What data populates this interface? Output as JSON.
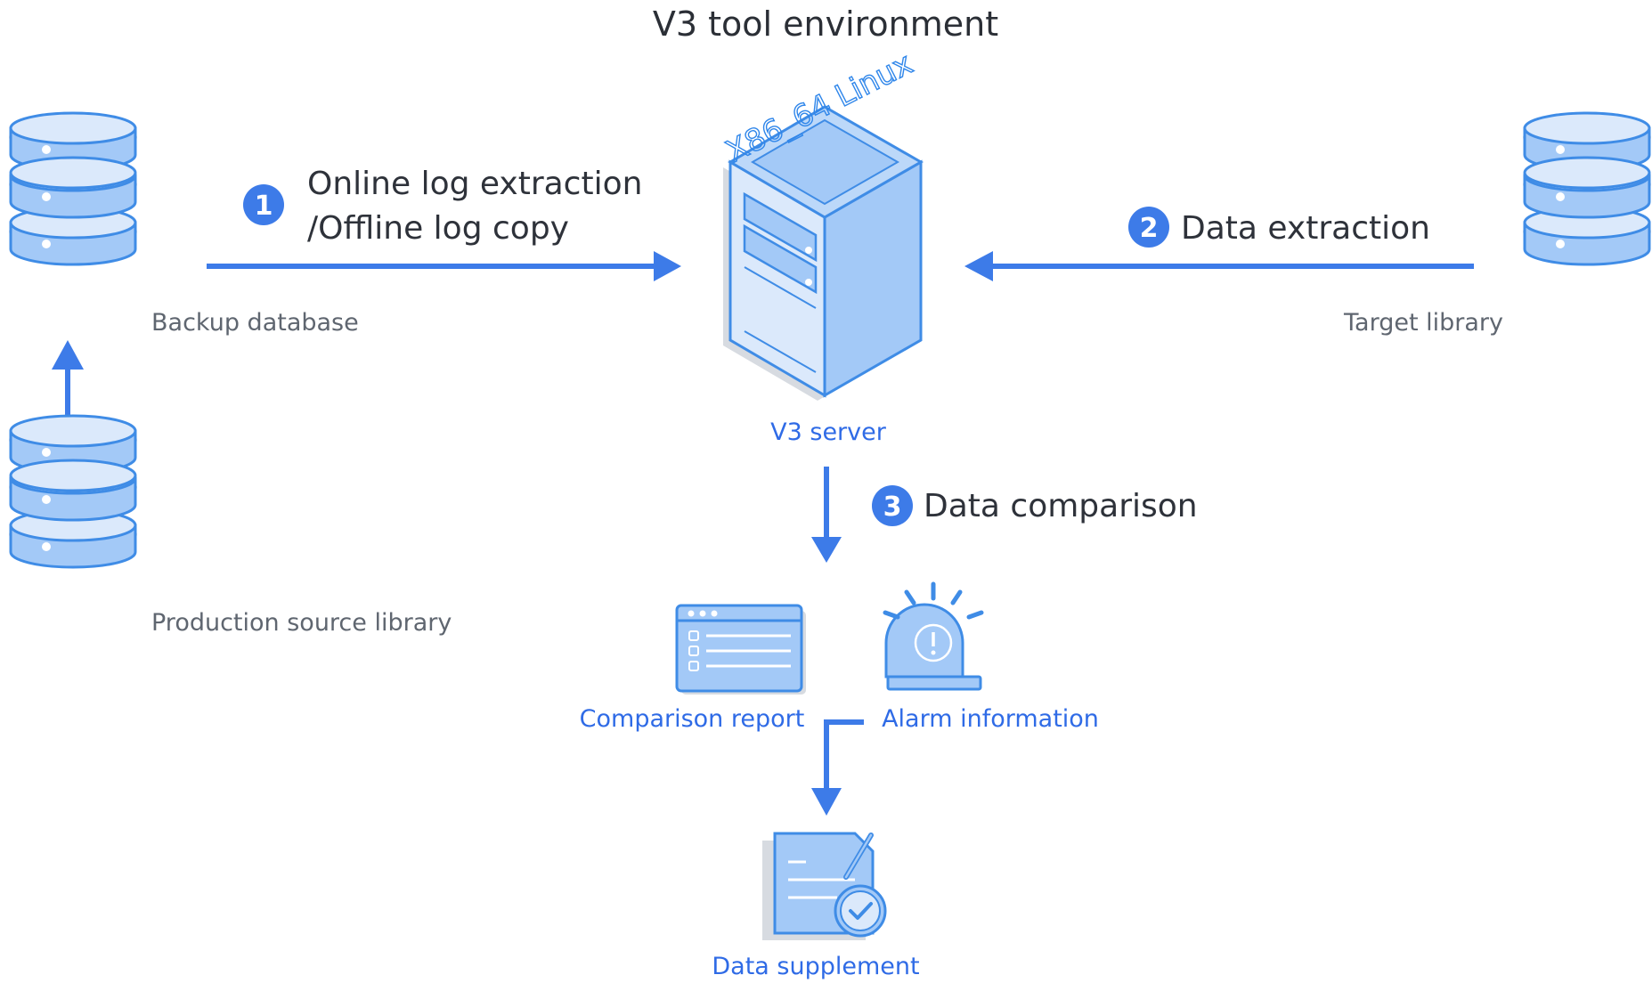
{
  "title": "V3 tool environment",
  "colors": {
    "arrow": "#3d7be8",
    "icon_fill": "#a3c9f7",
    "icon_stroke": "#3f8ce6",
    "badge": "#3d7be8",
    "label_blue": "#2f6be6",
    "label_gray": "#5f6670"
  },
  "nodes": {
    "backup_database": {
      "label": "Backup database",
      "icon": "database-icon"
    },
    "production_source": {
      "label": "Production source library",
      "icon": "database-icon"
    },
    "target_library": {
      "label": "Target library",
      "icon": "database-icon"
    },
    "server": {
      "label": "V3 server",
      "platform": "X86_64 Linux",
      "icon": "server-icon"
    },
    "comparison_report": {
      "label": "Comparison report",
      "icon": "report-window-icon"
    },
    "alarm_information": {
      "label": "Alarm information",
      "icon": "alarm-siren-icon"
    },
    "data_supplement": {
      "label": "Data supplement",
      "icon": "document-check-icon"
    }
  },
  "steps": [
    {
      "number": "1",
      "lines": [
        "Online log extraction",
        "/Offline log copy"
      ]
    },
    {
      "number": "2",
      "lines": [
        "Data extraction"
      ]
    },
    {
      "number": "3",
      "lines": [
        "Data comparison"
      ]
    }
  ]
}
